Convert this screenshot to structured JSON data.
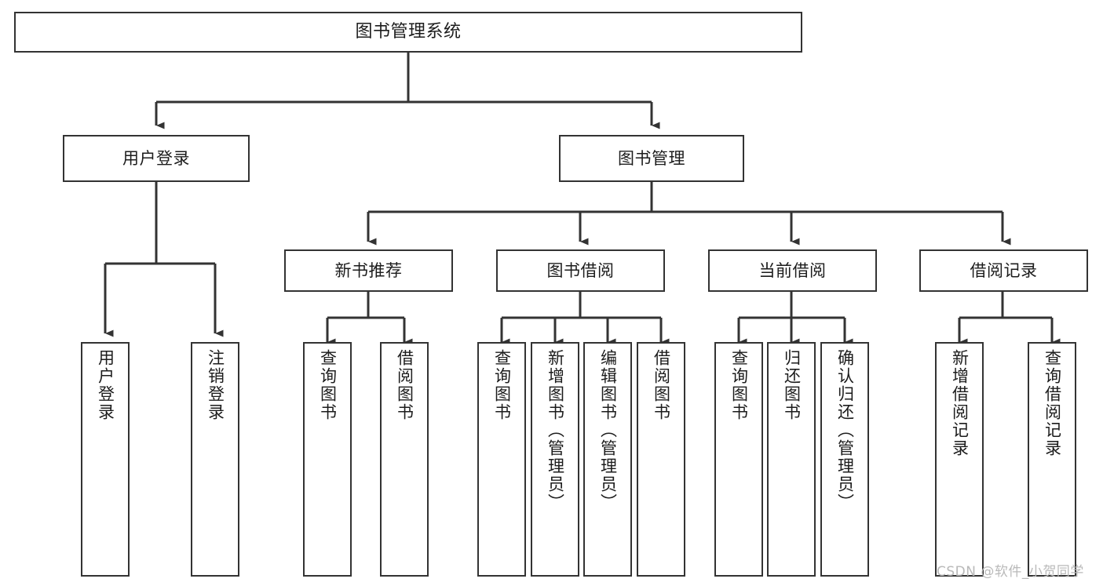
{
  "diagram": {
    "type": "tree-hierarchy",
    "title": "图书管理系统",
    "orientation": "top-down",
    "colors": {
      "box_border": "#333333",
      "box_fill": "#ffffff",
      "connector": "#333333",
      "text": "#1c1c1c",
      "watermark": "#b9b9b9",
      "background": "#ffffff"
    },
    "nodes": {
      "root": {
        "label": "图书管理系统",
        "level": 1
      },
      "level2": [
        {
          "id": "user-login",
          "label": "用户登录"
        },
        {
          "id": "book-management",
          "label": "图书管理"
        }
      ],
      "level3": [
        {
          "id": "new-book-recommend",
          "label": "新书推荐",
          "parent": "book-management"
        },
        {
          "id": "book-borrow",
          "label": "图书借阅",
          "parent": "book-management"
        },
        {
          "id": "current-borrow",
          "label": "当前借阅",
          "parent": "book-management"
        },
        {
          "id": "borrow-record",
          "label": "借阅记录",
          "parent": "book-management"
        }
      ],
      "leaves": {
        "user-login": [
          {
            "id": "leaf-user-login",
            "label": "用户登录"
          },
          {
            "id": "leaf-logout-login",
            "label": "注销登录"
          }
        ],
        "new-book-recommend": [
          {
            "id": "leaf-query-book-1",
            "label": "查询图书"
          },
          {
            "id": "leaf-borrow-book-1",
            "label": "借阅图书"
          }
        ],
        "book-borrow": [
          {
            "id": "leaf-query-book-2",
            "label": "查询图书"
          },
          {
            "id": "leaf-add-book",
            "label": "新增图书（管理员）"
          },
          {
            "id": "leaf-edit-book",
            "label": "编辑图书（管理员）"
          },
          {
            "id": "leaf-borrow-book-2",
            "label": "借阅图书"
          }
        ],
        "current-borrow": [
          {
            "id": "leaf-query-book-3",
            "label": "查询图书"
          },
          {
            "id": "leaf-return-book",
            "label": "归还图书"
          },
          {
            "id": "leaf-confirm-return",
            "label": "确认归还（管理员）"
          }
        ],
        "borrow-record": [
          {
            "id": "leaf-add-record",
            "label": "新增借阅记录"
          },
          {
            "id": "leaf-query-record",
            "label": "查询借阅记录"
          }
        ]
      }
    },
    "watermark": "CSDN @软件_小贺同学"
  }
}
